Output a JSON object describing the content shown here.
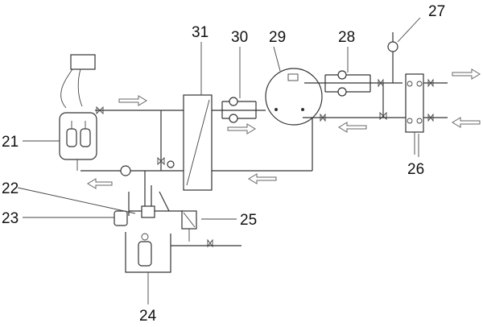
{
  "labels": {
    "n21": "21",
    "n22": "22",
    "n23": "23",
    "n24": "24",
    "n25": "25",
    "n26": "26",
    "n27": "27",
    "n28": "28",
    "n29": "29",
    "n30": "30",
    "n31": "31"
  },
  "colors": {
    "line": "#333333",
    "background": "#ffffff"
  }
}
